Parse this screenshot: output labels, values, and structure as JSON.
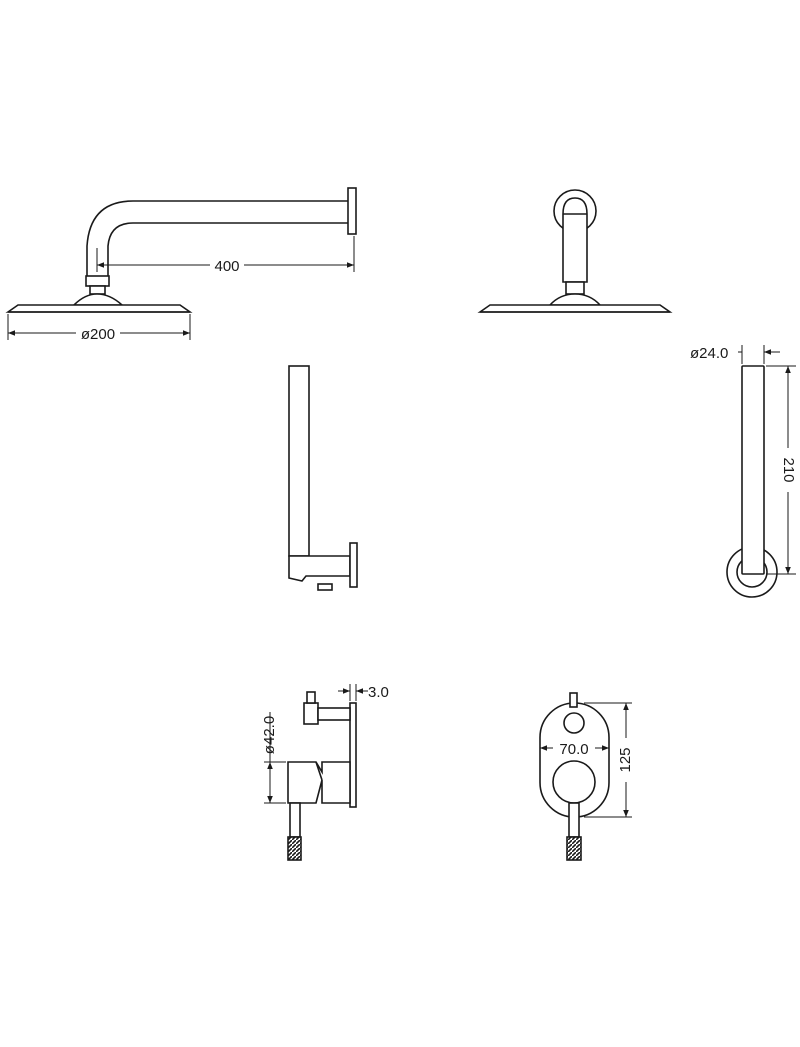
{
  "dimensions": {
    "arm_length": "400",
    "head_diameter": "ø200",
    "rail_diameter": "ø24.0",
    "rail_length": "210",
    "plate_thickness": "3.0",
    "mixer_diameter": "ø42.0",
    "plate_width": "70.0",
    "plate_height": "125"
  },
  "colors": {
    "line": "#1a1a1a",
    "background": "#ffffff"
  }
}
